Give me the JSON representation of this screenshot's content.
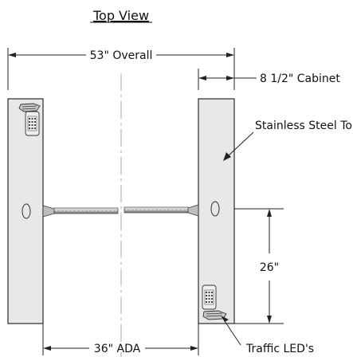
{
  "title": "Top View",
  "dimensions": {
    "overall": "53\" Overall",
    "cabinet": "8 1/2\" Cabinet",
    "ada": "36\" ADA",
    "height_26": "26\""
  },
  "callouts": {
    "top_material": "Stainless Steel Top",
    "traffic_leds": "Traffic LED's"
  },
  "colors": {
    "cabinet_fill": "#e8e8e8",
    "line": "#222222",
    "centerline": "#aaaaaa"
  }
}
